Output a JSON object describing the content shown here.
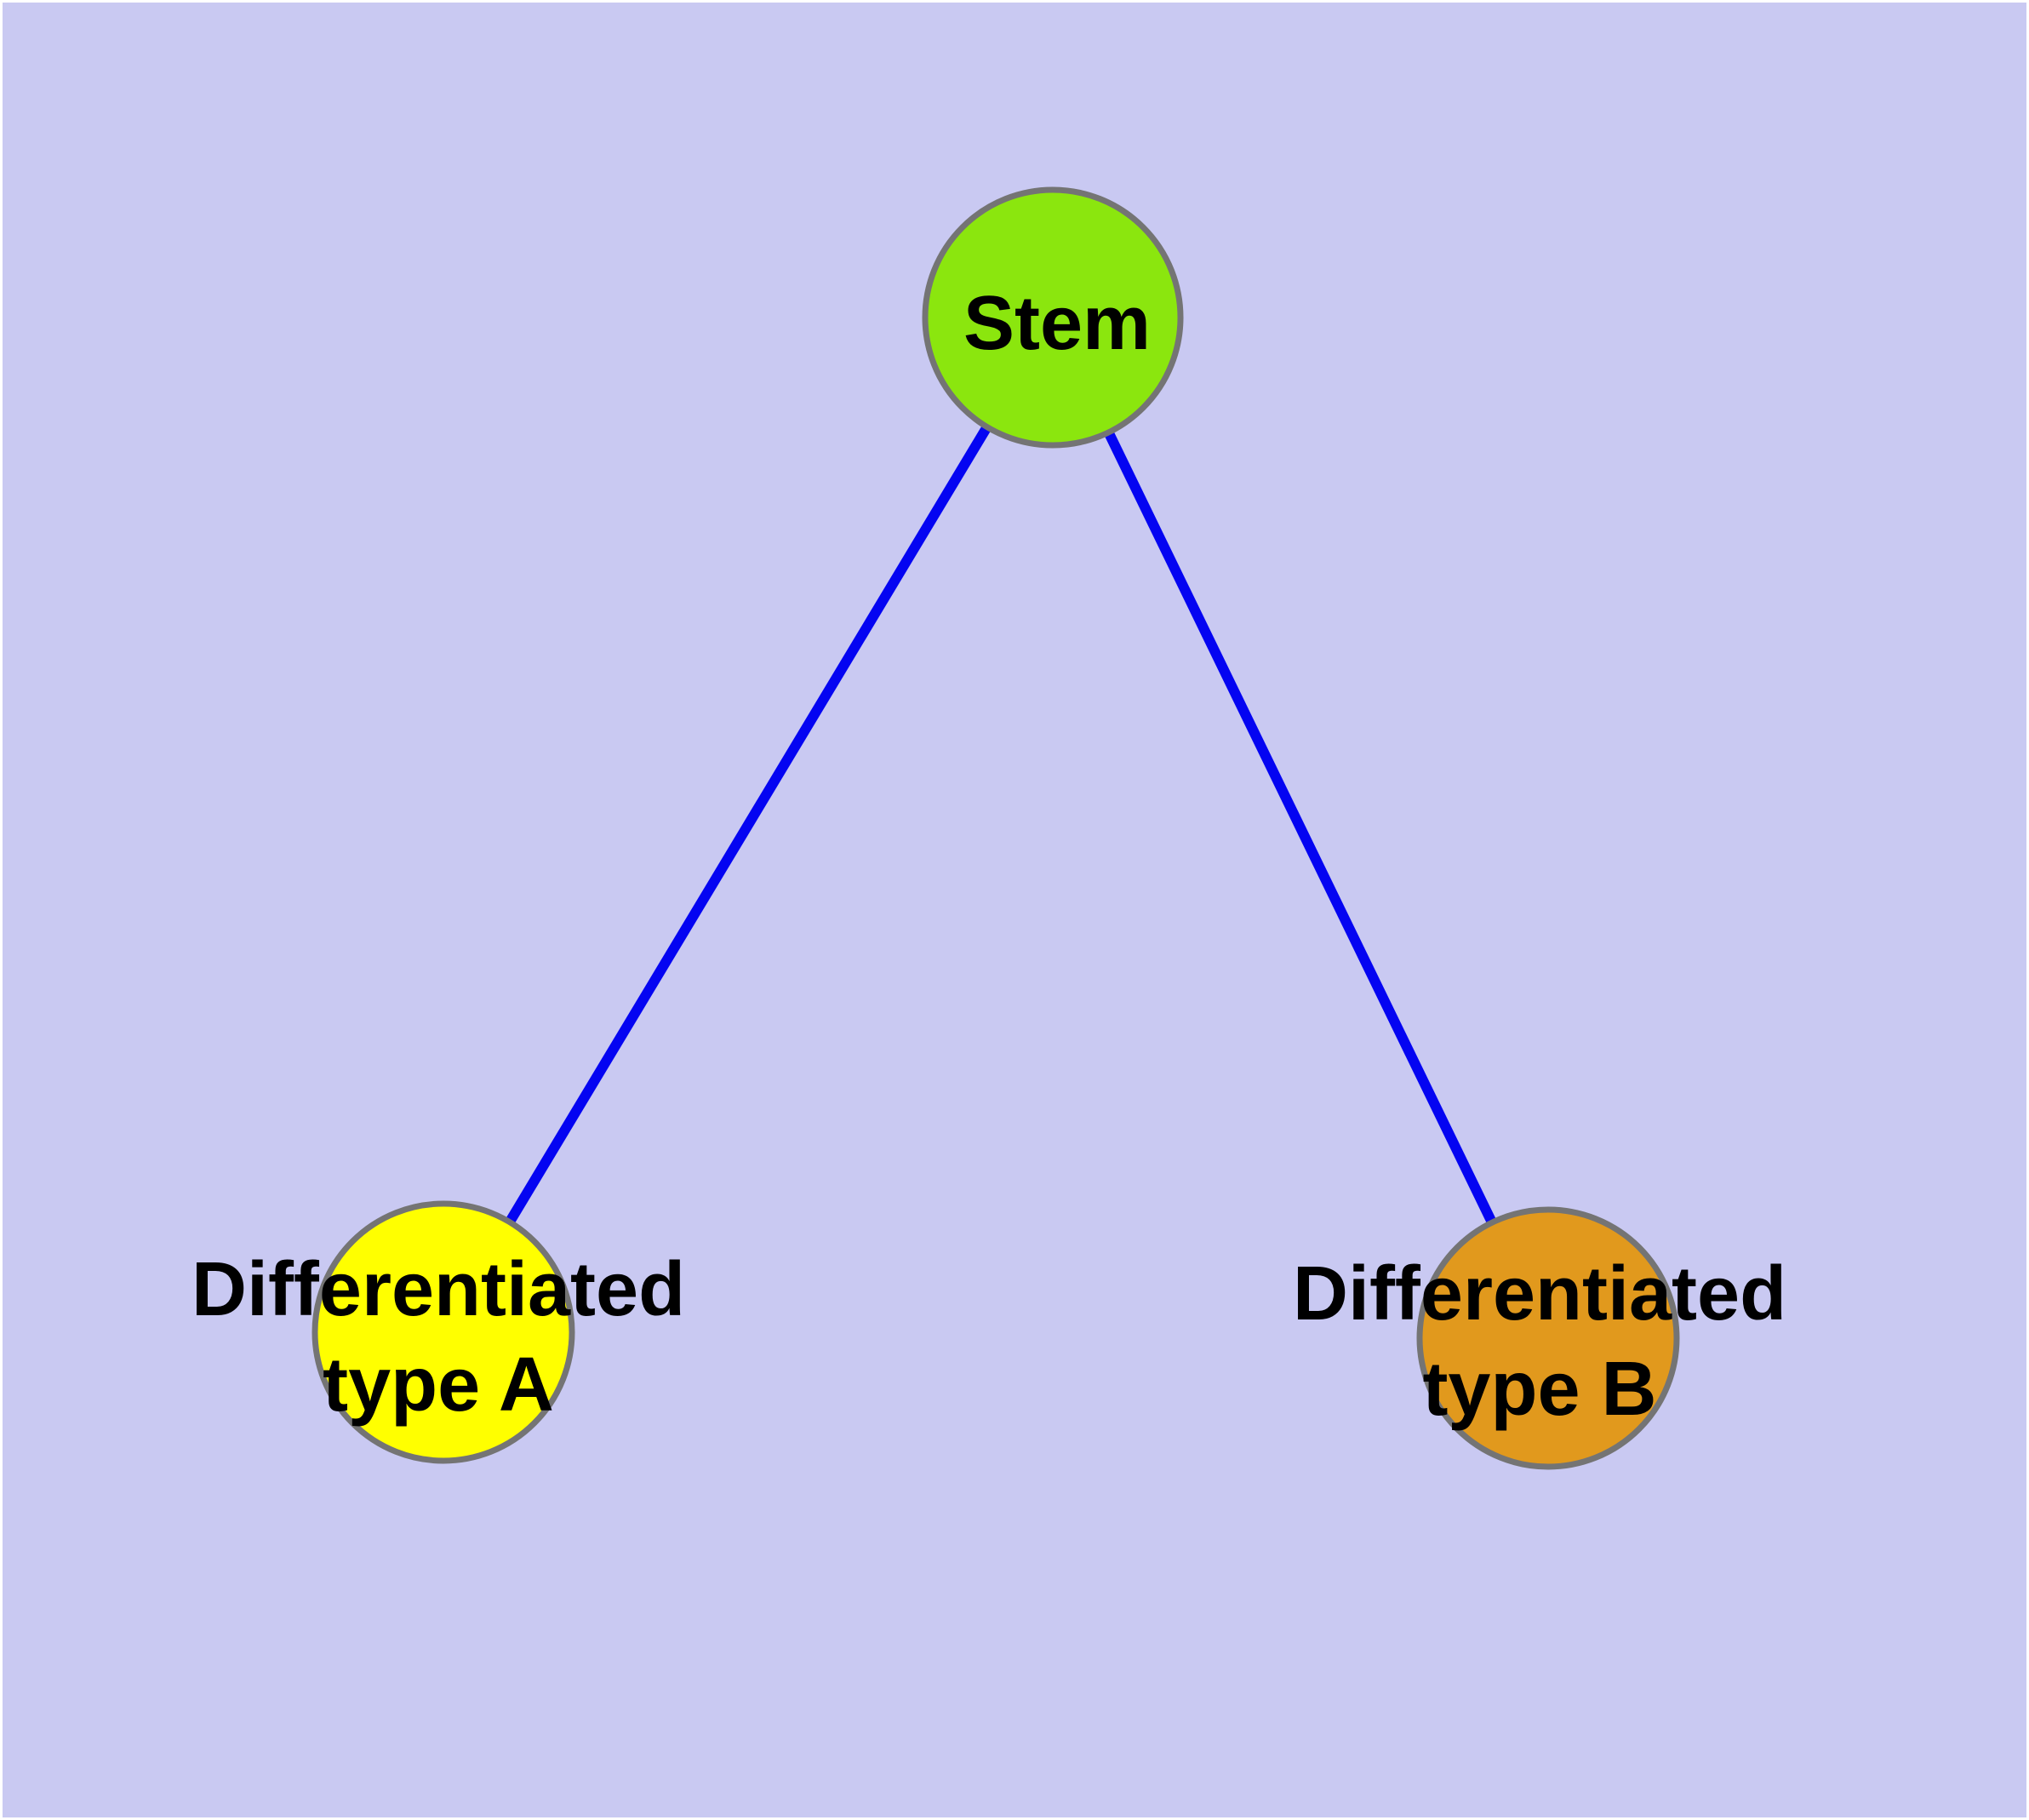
{
  "diagram": {
    "type": "graph",
    "background_color": "#C9C9F2",
    "frame_color": "#FFFFFF",
    "edge_color": "#0404F2",
    "node_border_color": "#747474",
    "nodes": [
      {
        "id": "stem",
        "label_lines": [
          "Stem"
        ],
        "fill": "#8BE60E"
      },
      {
        "id": "differentiated-type-a",
        "label_lines": [
          "Differentiated",
          "type A"
        ],
        "fill": "#FFFF00"
      },
      {
        "id": "differentiated-type-b",
        "label_lines": [
          "Differentiated",
          "type B"
        ],
        "fill": "#E1991D"
      }
    ],
    "edges": [
      {
        "from": "Stem",
        "to": "Differentiated type A"
      },
      {
        "from": "Stem",
        "to": "Differentiated type B"
      }
    ]
  }
}
